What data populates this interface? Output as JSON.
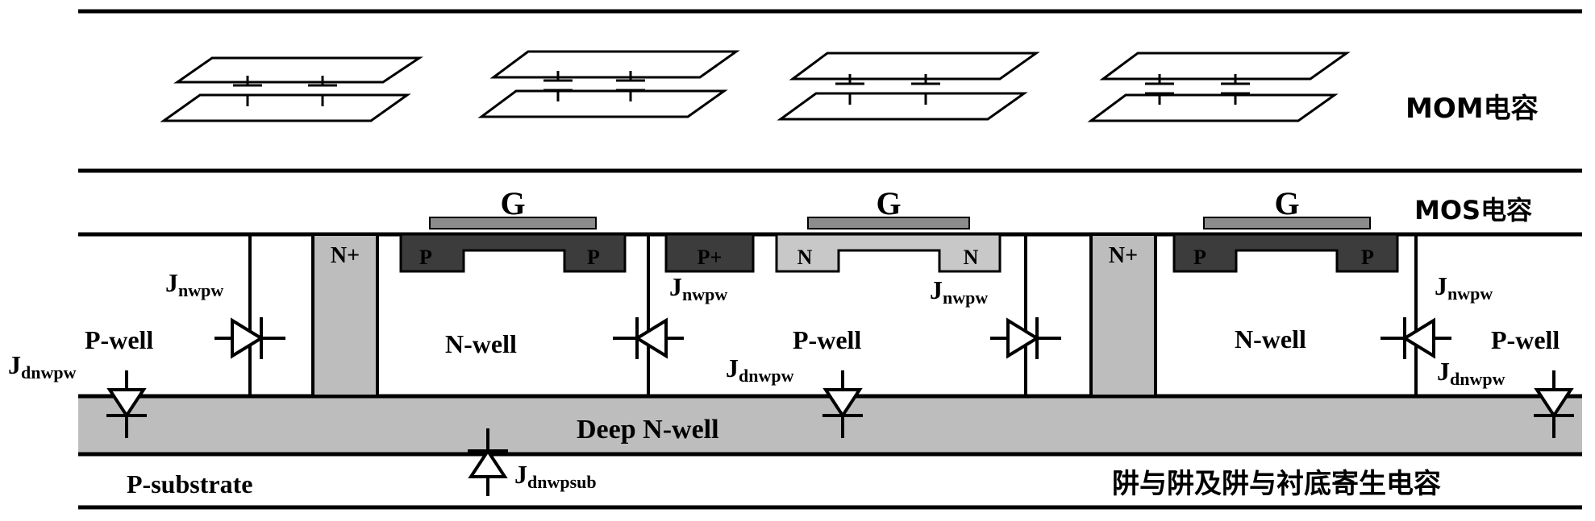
{
  "layer_labels": {
    "mom": "MOM电容",
    "mos": "MOS电容",
    "junction": "阱与阱及阱与衬底寄生电容"
  },
  "region_labels": {
    "deep_nwell": "Deep N-well",
    "p_substrate": "P-substrate",
    "pwell_left": "P-well",
    "nwell_1": "N-well",
    "pwell_mid": "P-well",
    "nwell_2": "N-well",
    "pwell_right": "P-well"
  },
  "gates": [
    "G",
    "G",
    "G"
  ],
  "implants": {
    "nplus_1": "N+",
    "nplus_2": "N+",
    "pmos1_s": "P",
    "pmos1_d": "P",
    "pplus": "P+",
    "nmos_s": "N",
    "nmos_d": "N",
    "pmos2_s": "P",
    "pmos2_d": "P"
  },
  "junctions": {
    "nwpw": {
      "main": "J",
      "sub": "nwpw"
    },
    "dnwpw": {
      "main": "J",
      "sub": "dnwpw"
    },
    "dnwpsub": {
      "main": "J",
      "sub": "dnwpsub"
    }
  },
  "colors": {
    "line": "#000000",
    "deep_nwell_fill": "#bdbdbd",
    "nplus_fill": "#bdbdbd",
    "dark_implant": "#3c3c3c",
    "light_implant": "#c8c8c8",
    "gate_fill": "#8c8c8c"
  }
}
